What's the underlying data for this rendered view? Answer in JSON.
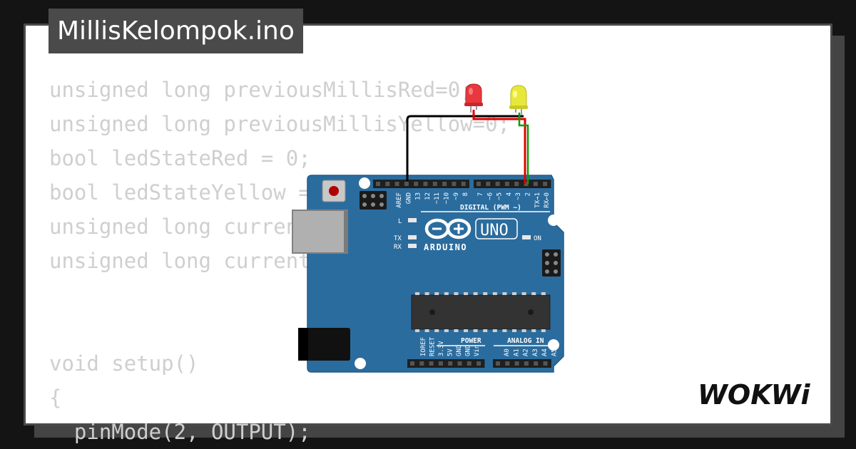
{
  "project": {
    "title": "MillisKelompok.ino"
  },
  "code_lines": [
    "unsigned long previousMillisRed=0;",
    "unsigned long previousMillisYellow=0;",
    "bool ledStateRed = 0;",
    "bool ledStateYellow = 0;",
    "unsigned long currentMillisRed=0;",
    "unsigned long currentMillisYellow=0;",
    "",
    "",
    "void setup()",
    "{",
    "  pinMode(2, OUTPUT);"
  ],
  "board": {
    "model_label": "UNO",
    "brand_label": "ARDUINO",
    "digital_header_label": "DIGITAL (PWM ~)",
    "power_header_label": "POWER",
    "analog_header_label": "ANALOG IN",
    "on_led_label": "ON",
    "l_led_label": "L",
    "tx_led_label": "TX",
    "rx_led_label": "RX",
    "digital_pin_labels": [
      "AREF",
      "GND",
      "13",
      "12",
      "~11",
      "~10",
      "~9",
      "8",
      "7",
      "~6",
      "~5",
      "4",
      "~3",
      "2",
      "TX→1",
      "RX←0"
    ],
    "power_pin_labels": [
      "IOREF",
      "RESET",
      "3.3V",
      "5V",
      "GND",
      "GND",
      "Vin"
    ],
    "analog_pin_labels": [
      "A0",
      "A1",
      "A2",
      "A3",
      "A4",
      "A5"
    ]
  },
  "leds": [
    {
      "name": "red",
      "color": "#e8383d"
    },
    {
      "name": "yellow",
      "color": "#e8e83a"
    }
  ],
  "colors": {
    "background": "#141414",
    "card": "#ffffff",
    "title_tab": "#4a4a4a",
    "code_text": "#cfcfcf",
    "board": "#2b6c9e",
    "wire_black": "#000000",
    "wire_red": "#e00000",
    "wire_green": "#00a000"
  },
  "footer": {
    "brand": "WOKWi"
  }
}
